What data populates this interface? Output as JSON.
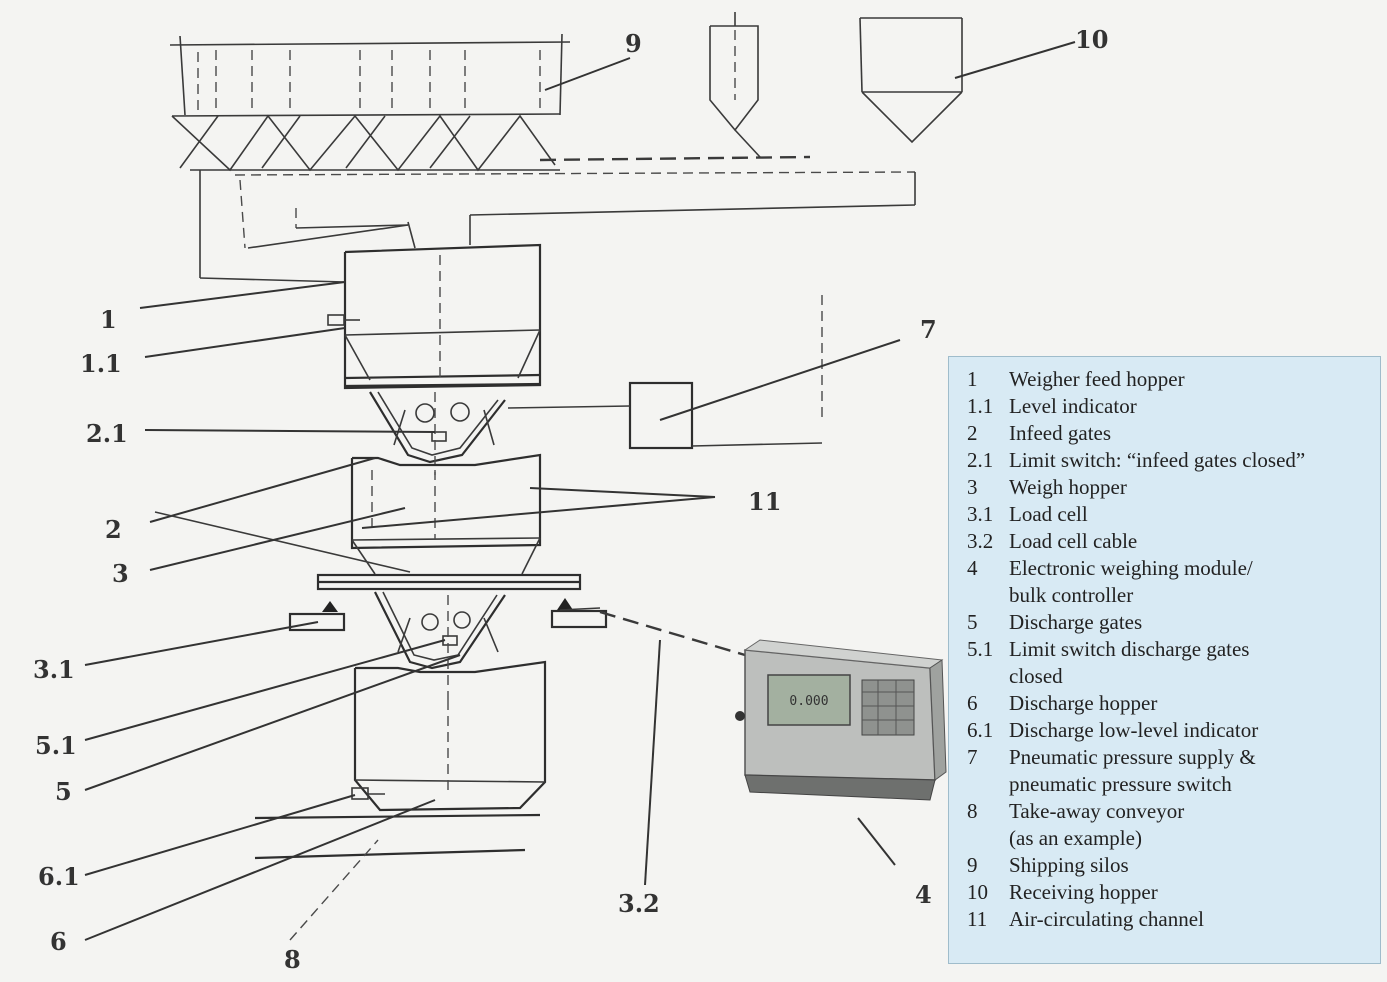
{
  "callouts": {
    "c1": "1",
    "c1_1": "1.1",
    "c2_1": "2.1",
    "c2": "2",
    "c3": "3",
    "c3_1": "3.1",
    "c5_1": "5.1",
    "c5": "5",
    "c6_1": "6.1",
    "c6": "6",
    "c8": "8",
    "c3_2": "3.2",
    "c4": "4",
    "c7": "7",
    "c9": "9",
    "c10": "10",
    "c11": "11"
  },
  "legend": [
    {
      "num": "1",
      "text": "Weigher feed hopper"
    },
    {
      "num": "1.1",
      "text": "Level indicator"
    },
    {
      "num": "2",
      "text": "Infeed gates"
    },
    {
      "num": "2.1",
      "text": "Limit switch: “infeed gates closed”"
    },
    {
      "num": "3",
      "text": "Weigh hopper"
    },
    {
      "num": "3.1",
      "text": "Load cell"
    },
    {
      "num": "3.2",
      "text": "Load cell cable"
    },
    {
      "num": "4",
      "text": "Electronic weighing module/",
      "cont": "bulk controller"
    },
    {
      "num": "5",
      "text": "Discharge gates"
    },
    {
      "num": "5.1",
      "text": "Limit switch discharge gates",
      "cont": "closed"
    },
    {
      "num": "6",
      "text": "Discharge hopper"
    },
    {
      "num": "6.1",
      "text": "Discharge low-level indicator"
    },
    {
      "num": "7",
      "text": "Pneumatic pressure supply &",
      "cont": "pneumatic pressure switch"
    },
    {
      "num": "8",
      "text": "Take-away conveyor",
      "cont": "(as an example)"
    },
    {
      "num": "9",
      "text": "Shipping silos"
    },
    {
      "num": "10",
      "text": "Receiving hopper"
    },
    {
      "num": "11",
      "text": "Air-circulating channel"
    }
  ],
  "display": {
    "readout": "0.000"
  }
}
